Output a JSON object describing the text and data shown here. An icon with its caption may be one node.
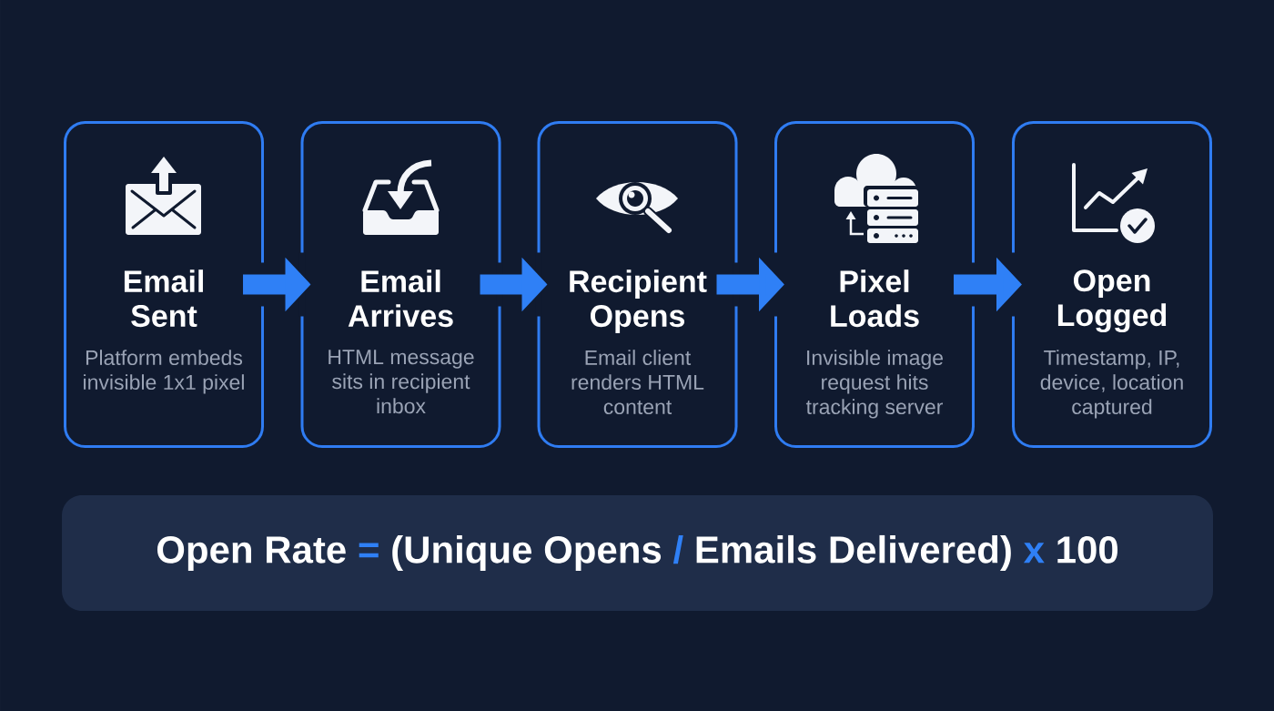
{
  "diagram": {
    "nodes": [
      {
        "text": [
          "Email Sent",
          "Platform embeds invisible 1x1 pixel"
        ]
      },
      {
        "text": [
          "Email Arrives",
          "HTML message sits in recipient inbox"
        ]
      },
      {
        "text": [
          "Recipient Opens",
          "Email client renders HTML content"
        ]
      },
      {
        "text": [
          "Pixel Loads",
          "Invisible image request hits tracking server"
        ]
      },
      {
        "text": [
          "Open Logged",
          "Timestamp, IP, device, location captured"
        ]
      },
      {
        "text": [
          "Open Rate = (Unique Opens / Emails Delivered) x 100"
        ]
      }
    ],
    "edges": [
      {
        "from": 0,
        "to": 1,
        "arrow": "to"
      },
      {
        "from": 1,
        "to": 2,
        "arrow": "to"
      },
      {
        "from": 2,
        "to": 3,
        "arrow": "to"
      },
      {
        "from": 3,
        "to": 4,
        "arrow": "to"
      }
    ]
  }
}
